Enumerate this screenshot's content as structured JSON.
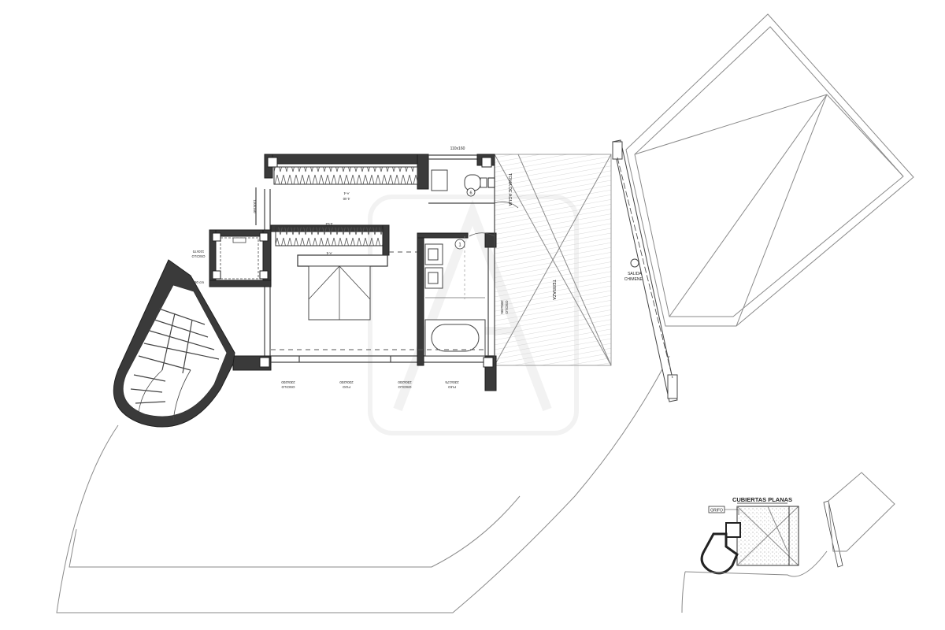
{
  "labels": {
    "dim_top": "110x160",
    "dim_wardrobe_top": "A-4",
    "dim_wardrobe_top_2": "4.40",
    "dim_wardrobe_mid": "2.53",
    "dim_wardrobe_mid_2": "A-4",
    "dim_side": "110x160",
    "dim_stair_window": "110x70",
    "dim_stair_window_2": "OSCILO",
    "stair_height": "H- 60 cm",
    "toma_de_agua": "TOMA DE AGUA",
    "salida": "SALIDA",
    "chimenea": "CHIMENEA",
    "terraza": "TERRAZA",
    "bath_window": "200x205",
    "bath_window_2": "OSCILO",
    "win_1": "230x200",
    "win_1b": "OSCILO",
    "win_2": "230x200",
    "win_2b": "FIJO",
    "win_3": "230x200",
    "win_3b": "OSCILO",
    "win_4": "230x175",
    "win_4b": "FIJO",
    "marker_1": "1",
    "marker_6": "6",
    "inset_title": "CUBIERTAS PLANAS",
    "inset_tap": "GRIFO"
  },
  "colors": {
    "wall": "#3a3a3a",
    "line": "#8a8a8a",
    "watermark": "#dcdcdc"
  }
}
